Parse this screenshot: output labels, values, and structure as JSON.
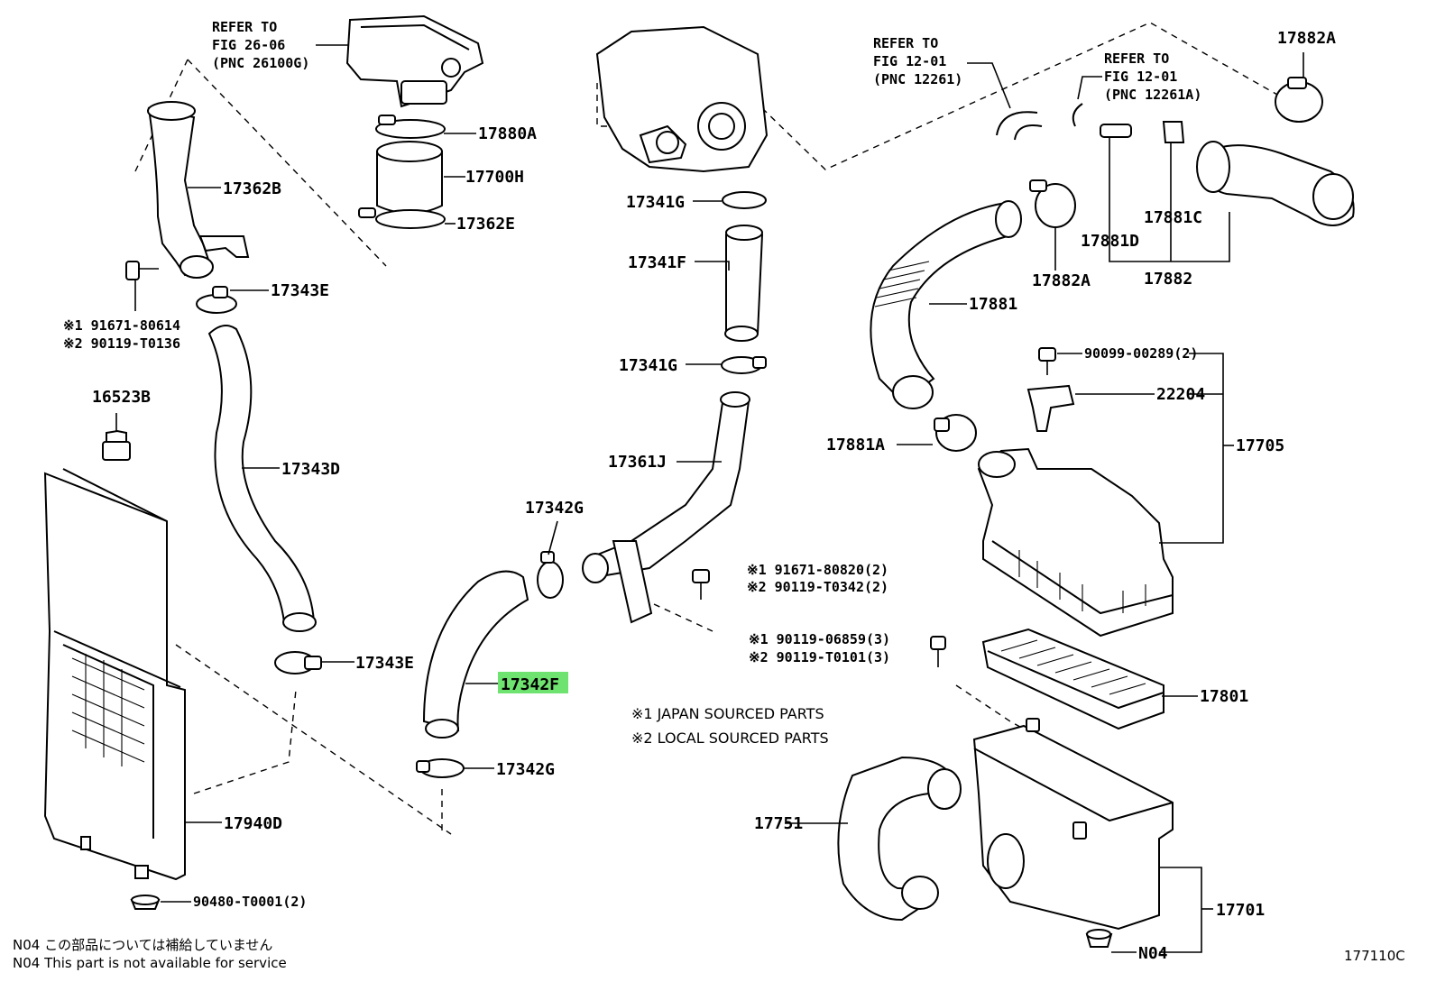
{
  "refs": {
    "ref1": [
      "REFER TO",
      "FIG 26-06",
      "(PNC 26100G)"
    ],
    "ref2": [
      "REFER TO",
      "FIG 12-01",
      "(PNC 12261)"
    ],
    "ref3": [
      "REFER TO",
      "FIG 12-01",
      "(PNC 12261A)"
    ]
  },
  "labels": {
    "p17880A": "17880A",
    "p17700H": "17700H",
    "p17362E": "17362E",
    "p17362B": "17362B",
    "p17343E_top": "17343E",
    "p91671_80614": "※1 91671-80614",
    "p90119_T0136": "※2 90119-T0136",
    "p16523B": "16523B",
    "p17343D": "17343D",
    "p17343E_low": "17343E",
    "p17940D": "17940D",
    "p90480": "90480-T0001(2)",
    "p17341G_top": "17341G",
    "p17341F": "17341F",
    "p17341G_low": "17341G",
    "p17361J": "17361J",
    "p17342G_top": "17342G",
    "p17342F": "17342F",
    "p17342G_low": "17342G",
    "p91671_80820": "※1 91671-80820(2)",
    "p90119_T0342": "※2 90119-T0342(2)",
    "p17882A_top": "17882A",
    "p17881C": "17881C",
    "p17881D": "17881D",
    "p17882": "17882",
    "p17882A_mid": "17882A",
    "p17881": "17881",
    "p90099": "90099-00289(2)",
    "p22204": "22204",
    "p17705": "17705",
    "p17881A": "17881A",
    "p90119_06859": "※1 90119-06859(3)",
    "p90119_T0101": "※2 90119-T0101(3)",
    "p17801": "17801",
    "p17751": "17751",
    "p17701": "17701",
    "pN04": "N04"
  },
  "notes": {
    "japan": "※1 JAPAN SOURCED PARTS",
    "local": "※2 LOCAL SOURCED PARTS"
  },
  "footer": {
    "line1": "N04  この部品については補給していません",
    "line2": "N04  This part is not available for service",
    "fig_code": "177110C"
  },
  "highlight_color": "#6fe36f"
}
